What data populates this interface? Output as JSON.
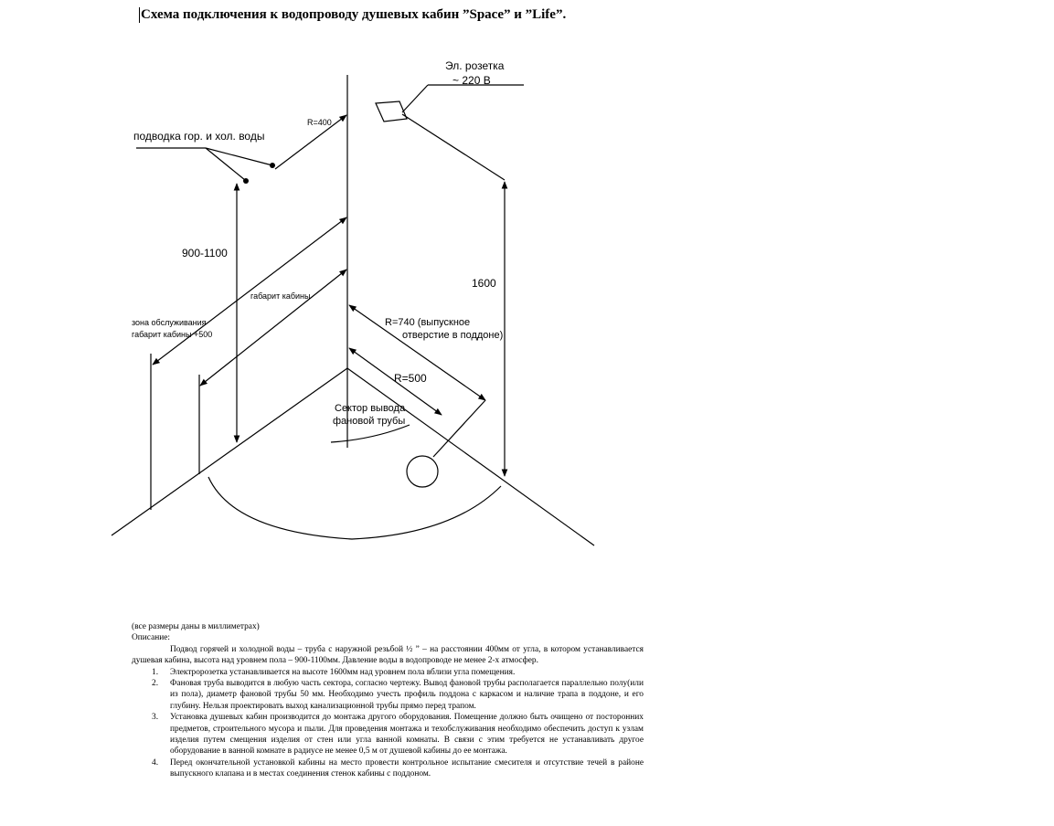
{
  "title": "Схема подключения к водопроводу душевых кабин ”Space” и ”Life”.",
  "diagram": {
    "socket_label_1": "Эл. розетка",
    "socket_label_2": "~ 220 В",
    "water_supply_label": "подводка гор. и хол. воды",
    "r400": "R=400",
    "height_900_1100": "900-1100",
    "height_1600": "1600",
    "cabin_size": "габарит кабины",
    "service_zone_1": "зона обслуживания",
    "service_zone_2": "габарит кабины +500",
    "r740_1": "R=740  (выпускное",
    "r740_2": "отверстие в поддоне)",
    "r500": "R=500",
    "drain_sector_1": "Сектор вывода",
    "drain_sector_2": "фановой трубы"
  },
  "notes": {
    "units": "(все размеры даны в миллиметрах)",
    "heading": "Описание:",
    "intro": "Подвод горячей и холодной воды – труба с наружной резьбой ½ ” – на расстоянии 400мм от угла, в котором устанавливается душевая кабина, высота над уровнем пола – 900-1100мм. Давление воды в водопроводе не менее 2-х атмосфер.",
    "items": [
      {
        "num": "1.",
        "text": "Электророзетка устанавливается на высоте 1600мм над уровнем пола вблизи угла помещения."
      },
      {
        "num": "2.",
        "text": "Фановая труба выводится в любую часть сектора, согласно чертежу. Вывод фановой трубы располагается параллельно полу(или из пола), диаметр фановой трубы 50 мм. Необходимо учесть профиль поддона с каркасом и наличие трапа в поддоне, и  его глубину. Нельзя проектировать выход канализационной трубы прямо перед трапом."
      },
      {
        "num": "3.",
        "text": "Установка душевых кабин производится до монтажа другого оборудования. Помещение должно быть очищено от посторонних предметов, строительного мусора и пыли. Для проведения монтажа и техобслуживания необходимо обеспечить доступ к узлам изделия путем смещения изделия от стен или угла ванной комнаты. В связи с этим требуется не устанавливать другое оборудование в ванной комнате в радиусе не менее 0,5 м от душевой кабины до ее монтажа."
      },
      {
        "num": "4.",
        "text": "Перед окончательной установкой кабины на место провести контрольное испытание смесителя и отсутствие течей в районе выпускного клапана и в местах соединения стенок кабины с поддоном."
      }
    ]
  }
}
